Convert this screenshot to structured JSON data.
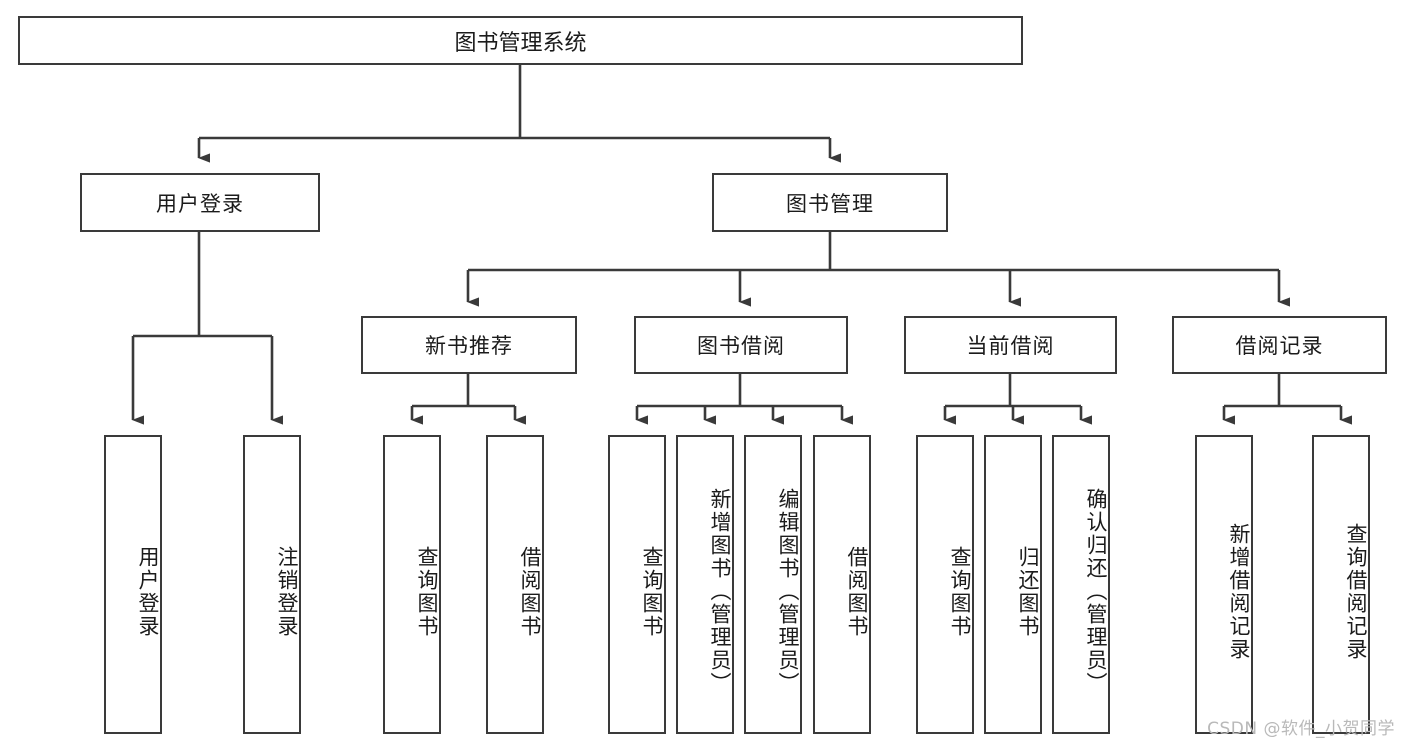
{
  "diagram": {
    "title": "图书管理系统",
    "type": "tree",
    "levels": 4,
    "nodes": {
      "root": {
        "label": "图书管理系统"
      },
      "level2": [
        {
          "id": "user-login",
          "label": "用户登录"
        },
        {
          "id": "book-management",
          "label": "图书管理"
        }
      ],
      "level3": [
        {
          "id": "new-book-recommend",
          "label": "新书推荐",
          "parent": "book-management"
        },
        {
          "id": "book-borrow",
          "label": "图书借阅",
          "parent": "book-management"
        },
        {
          "id": "current-borrow",
          "label": "当前借阅",
          "parent": "book-management"
        },
        {
          "id": "borrow-record",
          "label": "借阅记录",
          "parent": "book-management"
        }
      ],
      "leaves": [
        {
          "id": "leaf-user-login",
          "label": "用户登录",
          "parent": "user-login"
        },
        {
          "id": "leaf-logout",
          "label": "注销登录",
          "parent": "user-login"
        },
        {
          "id": "leaf-query-book-1",
          "label": "查询图书",
          "parent": "new-book-recommend"
        },
        {
          "id": "leaf-borrow-book-1",
          "label": "借阅图书",
          "parent": "new-book-recommend"
        },
        {
          "id": "leaf-query-book-2",
          "label": "查询图书",
          "parent": "book-borrow"
        },
        {
          "id": "leaf-add-book",
          "label": "新增图书（管理员）",
          "parent": "book-borrow"
        },
        {
          "id": "leaf-edit-book",
          "label": "编辑图书（管理员）",
          "parent": "book-borrow"
        },
        {
          "id": "leaf-borrow-book-2",
          "label": "借阅图书",
          "parent": "book-borrow"
        },
        {
          "id": "leaf-query-book-3",
          "label": "查询图书",
          "parent": "current-borrow"
        },
        {
          "id": "leaf-return-book",
          "label": "归还图书",
          "parent": "current-borrow"
        },
        {
          "id": "leaf-confirm-return",
          "label": "确认归还（管理员）",
          "parent": "current-borrow"
        },
        {
          "id": "leaf-add-record",
          "label": "新增借阅记录",
          "parent": "borrow-record"
        },
        {
          "id": "leaf-query-record",
          "label": "查询借阅记录",
          "parent": "borrow-record"
        }
      ]
    },
    "colors": {
      "border": "#3a3a3a",
      "text": "#1b1b1b",
      "background": "#ffffff",
      "watermark": "#b9b9b9"
    }
  },
  "watermark": "CSDN @软件_小贺同学"
}
